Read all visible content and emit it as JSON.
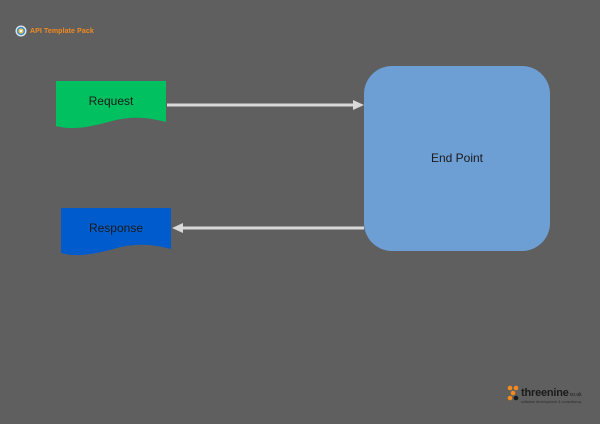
{
  "header": {
    "title": "API Template Pack",
    "icon": "circle-badge-icon"
  },
  "diagram": {
    "nodes": {
      "request": {
        "label": "Request",
        "color": "#00c060"
      },
      "response": {
        "label": "Response",
        "color": "#005ccc"
      },
      "endpoint": {
        "label": "End Point",
        "color": "#6d9fd4"
      }
    },
    "edges": [
      {
        "from": "request",
        "to": "endpoint",
        "color": "#d9d9d9"
      },
      {
        "from": "endpoint",
        "to": "response",
        "color": "#d9d9d9"
      }
    ]
  },
  "footer": {
    "brand_name": "threenine",
    "brand_suffix": "co.uk",
    "brand_tagline": "software development & consultancy",
    "icon": "threenine-logo-icon",
    "accent_color": "#f28a1e"
  },
  "colors": {
    "background": "#5f5f5f",
    "accent": "#f28a1e"
  }
}
